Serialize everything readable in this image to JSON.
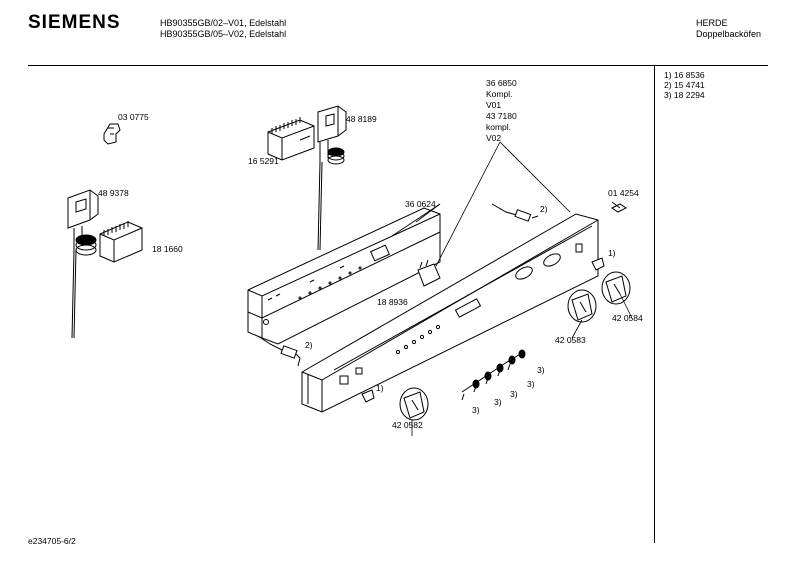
{
  "header": {
    "brand": "SIEMENS",
    "model_line_1": "HB90355GB/02–V01, Edelstahl",
    "model_line_2": "HB90355GB/05–V02, Edelstahl",
    "category": "HERDE",
    "subcategory": "Doppelbacköfen"
  },
  "footnotes": [
    "1)  16 8536",
    "2)  15 4741",
    "3)  18 2294"
  ],
  "part_labels": {
    "p030775": "03 0775",
    "p488189": "48 8189",
    "p165291": "16 5291",
    "p489378": "48 9378",
    "p181660": "18 1660",
    "p360624": "36 0624",
    "p188936": "18 8936",
    "kit_lines": [
      "36 6850",
      "Kompl.",
      "V01",
      "43 7180",
      "kompl.",
      "V02"
    ],
    "p014254": "01 4254",
    "p420583": "42 0583",
    "p420584": "42 0584",
    "p420582": "42 0582"
  },
  "callouts": {
    "c2_top": "2)",
    "c1_right": "1)",
    "c2_left": "2)",
    "c1_bottom": "1)",
    "c3_a": "3)",
    "c3_b": "3)",
    "c3_c": "3)",
    "c3_d": "3)",
    "c3_e": "3)"
  },
  "footer": {
    "doc_id": "e234705-6/2"
  }
}
